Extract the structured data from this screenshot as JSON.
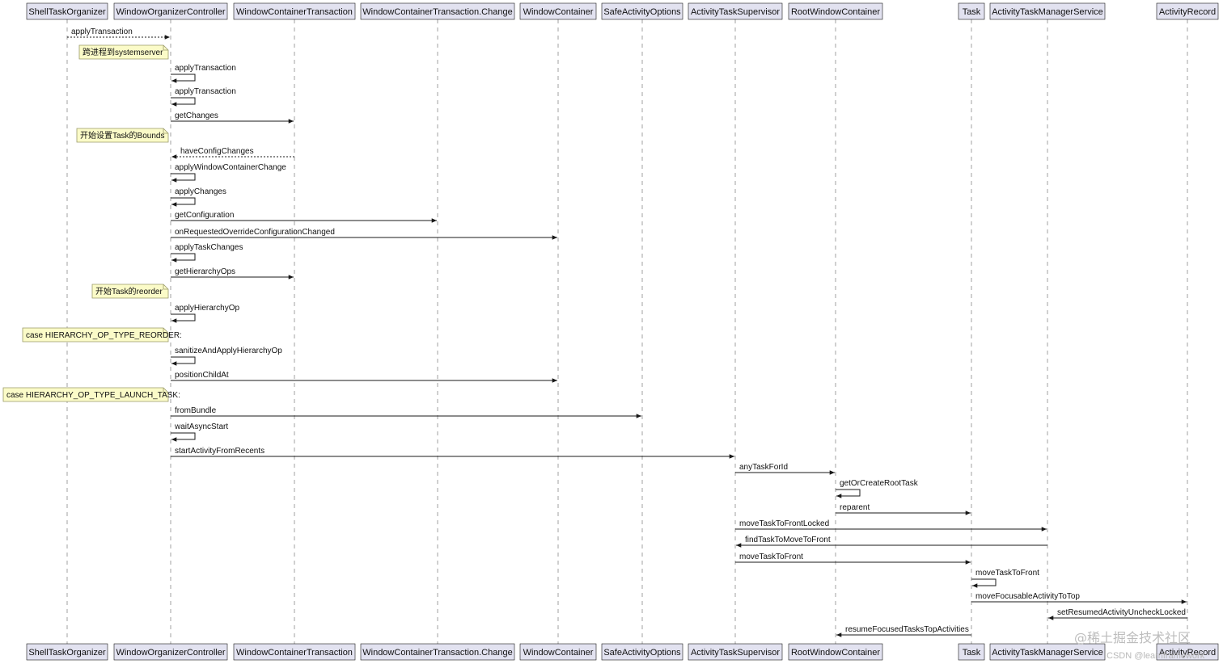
{
  "participants": [
    {
      "id": "shell",
      "label": "ShellTaskOrganizer"
    },
    {
      "id": "woc",
      "label": "WindowOrganizerController"
    },
    {
      "id": "wct",
      "label": "WindowContainerTransaction"
    },
    {
      "id": "wctc",
      "label": "WindowContainerTransaction.Change"
    },
    {
      "id": "wc",
      "label": "WindowContainer"
    },
    {
      "id": "sao",
      "label": "SafeActivityOptions"
    },
    {
      "id": "ats",
      "label": "ActivityTaskSupervisor"
    },
    {
      "id": "rwc",
      "label": "RootWindowContainer"
    },
    {
      "id": "task",
      "label": "Task"
    },
    {
      "id": "atms",
      "label": "ActivityTaskManagerService"
    },
    {
      "id": "ar",
      "label": "ActivityRecord"
    }
  ],
  "messages": [
    {
      "from": "shell",
      "to": "woc",
      "label": "applyTransaction",
      "style": "dashed"
    },
    {
      "note": "跨进程到systemserver"
    },
    {
      "from": "woc",
      "to": "woc",
      "label": "applyTransaction"
    },
    {
      "from": "woc",
      "to": "woc",
      "label": "applyTransaction"
    },
    {
      "from": "woc",
      "to": "wct",
      "label": "getChanges"
    },
    {
      "note": "开始设置Task的Bounds"
    },
    {
      "from": "wct",
      "to": "woc",
      "label": "haveConfigChanges",
      "style": "dashed"
    },
    {
      "from": "woc",
      "to": "woc",
      "label": "applyWindowContainerChange"
    },
    {
      "from": "woc",
      "to": "woc",
      "label": "applyChanges"
    },
    {
      "from": "woc",
      "to": "wctc",
      "label": "getConfiguration"
    },
    {
      "from": "woc",
      "to": "wc",
      "label": "onRequestedOverrideConfigurationChanged"
    },
    {
      "from": "woc",
      "to": "woc",
      "label": "applyTaskChanges"
    },
    {
      "from": "woc",
      "to": "wct",
      "label": "getHierarchyOps"
    },
    {
      "note": "开始Task的reorder"
    },
    {
      "from": "woc",
      "to": "woc",
      "label": "applyHierarchyOp"
    },
    {
      "note": "case HIERARCHY_OP_TYPE_REORDER:"
    },
    {
      "from": "woc",
      "to": "woc",
      "label": "sanitizeAndApplyHierarchyOp"
    },
    {
      "from": "woc",
      "to": "wc",
      "label": "positionChildAt"
    },
    {
      "note": "case HIERARCHY_OP_TYPE_LAUNCH_TASK:"
    },
    {
      "from": "woc",
      "to": "sao",
      "label": "fromBundle"
    },
    {
      "from": "woc",
      "to": "woc",
      "label": "waitAsyncStart"
    },
    {
      "from": "woc",
      "to": "ats",
      "label": "startActivityFromRecents"
    },
    {
      "from": "ats",
      "to": "rwc",
      "label": "anyTaskForId"
    },
    {
      "from": "rwc",
      "to": "rwc",
      "label": "getOrCreateRootTask"
    },
    {
      "from": "rwc",
      "to": "task",
      "label": "reparent"
    },
    {
      "from": "ats",
      "to": "atms",
      "label": "moveTaskToFrontLocked"
    },
    {
      "from": "atms",
      "to": "ats",
      "label": "findTaskToMoveToFront"
    },
    {
      "from": "ats",
      "to": "task",
      "label": "moveTaskToFront"
    },
    {
      "from": "task",
      "to": "task",
      "label": "moveTaskToFront"
    },
    {
      "from": "task",
      "to": "ar",
      "label": "moveFocusableActivityToTop"
    },
    {
      "from": "ar",
      "to": "atms",
      "label": "setResumedActivityUncheckLocked"
    },
    {
      "from": "task",
      "to": "rwc",
      "label": "resumeFocusedTasksTopActivities"
    }
  ],
  "watermark": {
    "main": "@稀土掘金技术社区",
    "sub": "CSDN @learnframework"
  }
}
